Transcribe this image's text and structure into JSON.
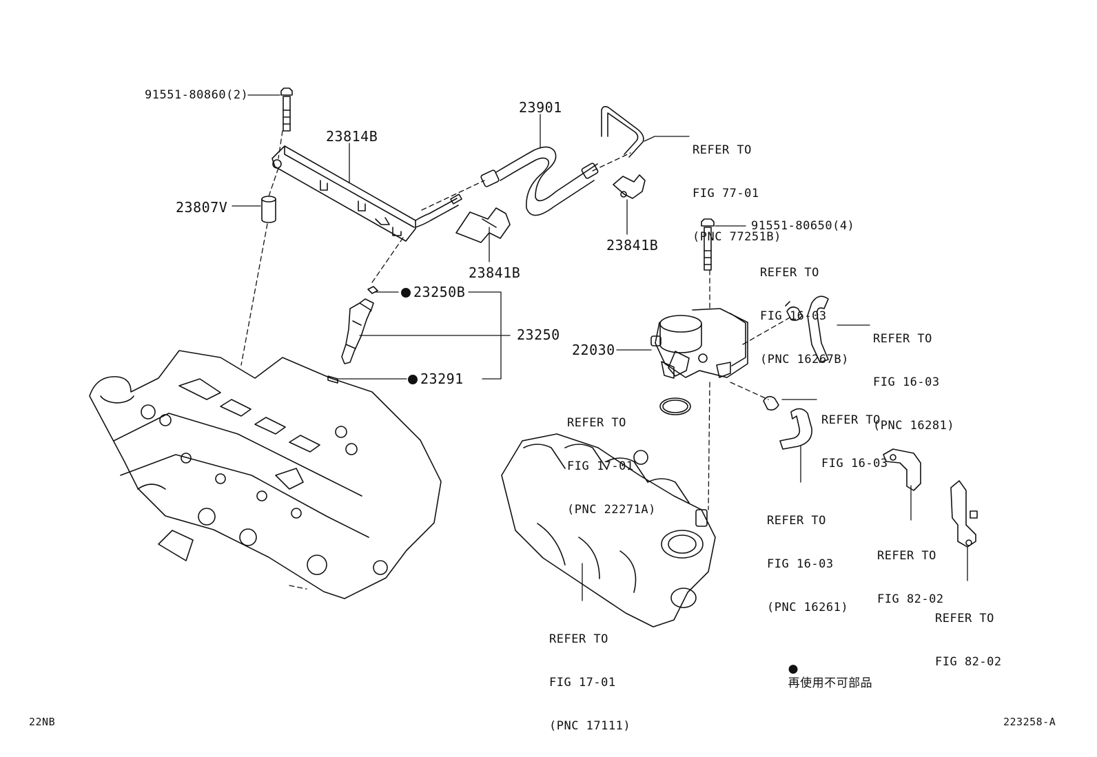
{
  "parts": {
    "bolt_top": "91551-80860(2)",
    "rail": "23814B",
    "hose": "23901",
    "spacer": "23807V",
    "bracket_a": "23841B",
    "bracket_b": "23841B",
    "oring_b": "23250B",
    "injector": "23250",
    "seal_b": "23291",
    "throttle_body": "22030",
    "bolt_right": "91551-80650(4)"
  },
  "refs": {
    "fuel_line": [
      "REFER TO",
      "FIG 77-01",
      "(PNC 77251B)"
    ],
    "bypass_top": [
      "REFER TO",
      "FIG 16-03",
      "(PNC 16267B)"
    ],
    "bypass_hose": [
      "REFER TO",
      "FIG 16-03",
      "(PNC 16281)"
    ],
    "gasket": [
      "REFER TO",
      "FIG 17-01",
      "(PNC 22271A)"
    ],
    "clamp": [
      "REFER TO",
      "FIG 16-03"
    ],
    "lower_hose": [
      "REFER TO",
      "FIG 16-03",
      "(PNC 16261)"
    ],
    "manifold": [
      "REFER TO",
      "FIG 17-01",
      "(PNC 17111)"
    ],
    "bracket_mid": [
      "REFER TO",
      "FIG 82-02"
    ],
    "bracket_right": [
      "REFER TO",
      "FIG 82-02"
    ]
  },
  "legend": {
    "symbol": "●",
    "text": "再使用不可部品"
  },
  "footer": {
    "left": "22NB",
    "right": "223258-A"
  }
}
